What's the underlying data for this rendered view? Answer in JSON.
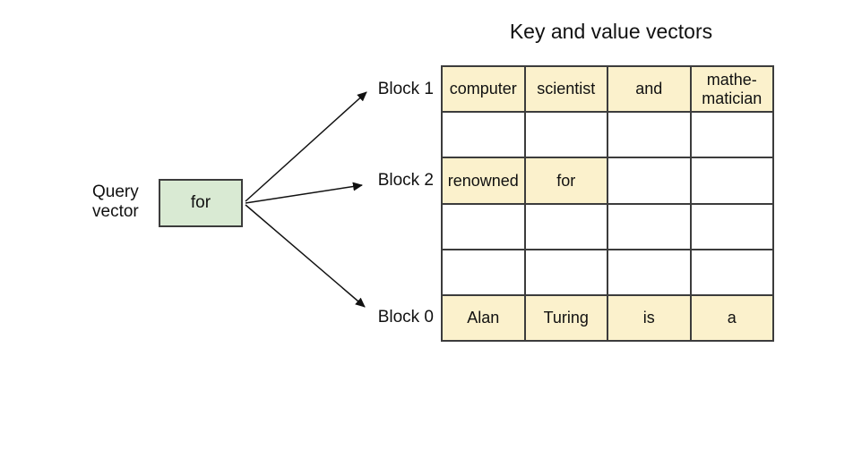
{
  "title": "Key and value vectors",
  "query": {
    "label_line1": "Query",
    "label_line2": "vector",
    "token": "for"
  },
  "blocks": [
    {
      "label": "Block 1"
    },
    {
      "label": "Block 2"
    },
    {
      "label": "Block 0"
    }
  ],
  "table": {
    "rows": [
      {
        "cells": [
          {
            "text": "computer",
            "filled": true
          },
          {
            "text": "scientist",
            "filled": true
          },
          {
            "text": "and",
            "filled": true
          },
          {
            "text": "mathe-matician",
            "filled": true
          }
        ]
      },
      {
        "cells": [
          {
            "text": "",
            "filled": false
          },
          {
            "text": "",
            "filled": false
          },
          {
            "text": "",
            "filled": false
          },
          {
            "text": "",
            "filled": false
          }
        ]
      },
      {
        "cells": [
          {
            "text": "renowned",
            "filled": true
          },
          {
            "text": "for",
            "filled": true
          },
          {
            "text": "",
            "filled": false
          },
          {
            "text": "",
            "filled": false
          }
        ]
      },
      {
        "cells": [
          {
            "text": "",
            "filled": false
          },
          {
            "text": "",
            "filled": false
          },
          {
            "text": "",
            "filled": false
          },
          {
            "text": "",
            "filled": false
          }
        ]
      },
      {
        "cells": [
          {
            "text": "",
            "filled": false
          },
          {
            "text": "",
            "filled": false
          },
          {
            "text": "",
            "filled": false
          },
          {
            "text": "",
            "filled": false
          }
        ]
      },
      {
        "cells": [
          {
            "text": "Alan",
            "filled": true
          },
          {
            "text": "Turing",
            "filled": true
          },
          {
            "text": "is",
            "filled": true
          },
          {
            "text": "a",
            "filled": true
          }
        ]
      }
    ]
  },
  "colors": {
    "cell-fill": "#fbf1cc",
    "query-fill": "#d9ead3",
    "line": "#3c3c3c",
    "text": "#111111",
    "background": "#ffffff"
  }
}
